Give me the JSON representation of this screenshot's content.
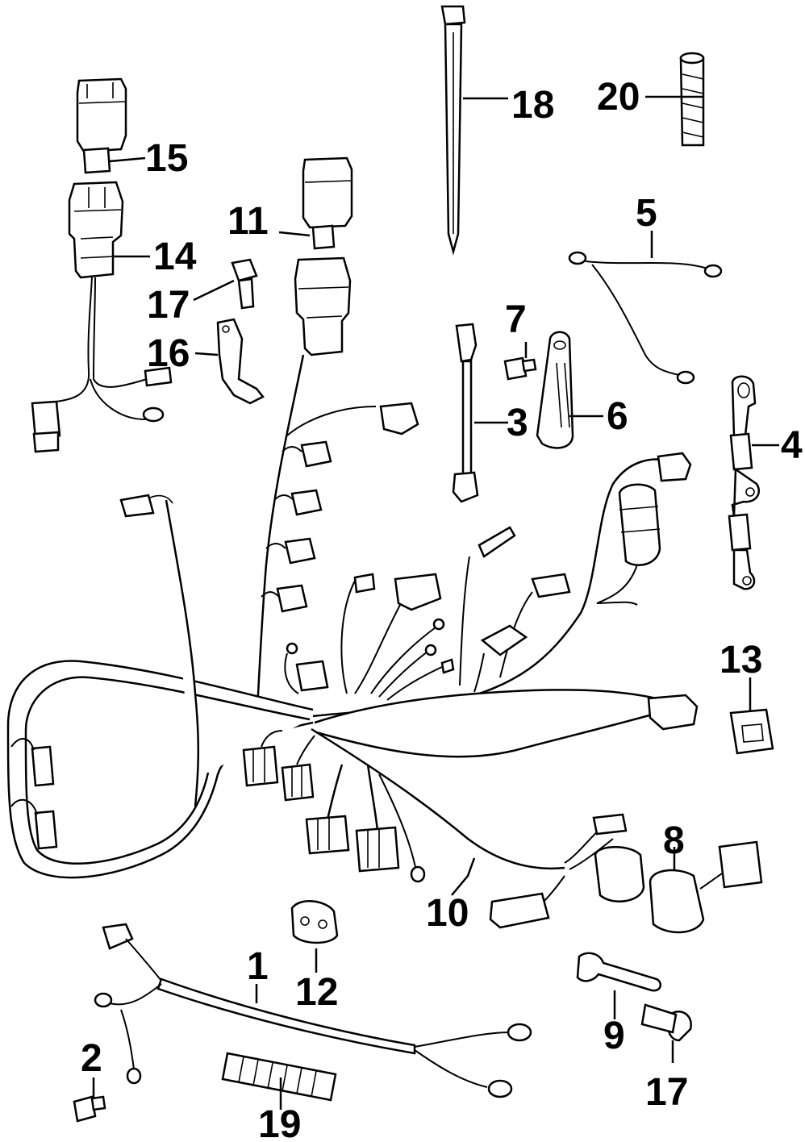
{
  "callouts": {
    "c1": "1",
    "c2": "2",
    "c3": "3",
    "c4": "4",
    "c5": "5",
    "c6": "6",
    "c7": "7",
    "c8": "8",
    "c9": "9",
    "c10": "10",
    "c11": "11",
    "c12": "12",
    "c13": "13",
    "c14": "14",
    "c15": "15",
    "c16": "16",
    "c17a": "17",
    "c17b": "17",
    "c18": "18",
    "c19": "19",
    "c20": "20"
  },
  "colors": {
    "ink": "#000000",
    "paper": "#ffffff"
  }
}
